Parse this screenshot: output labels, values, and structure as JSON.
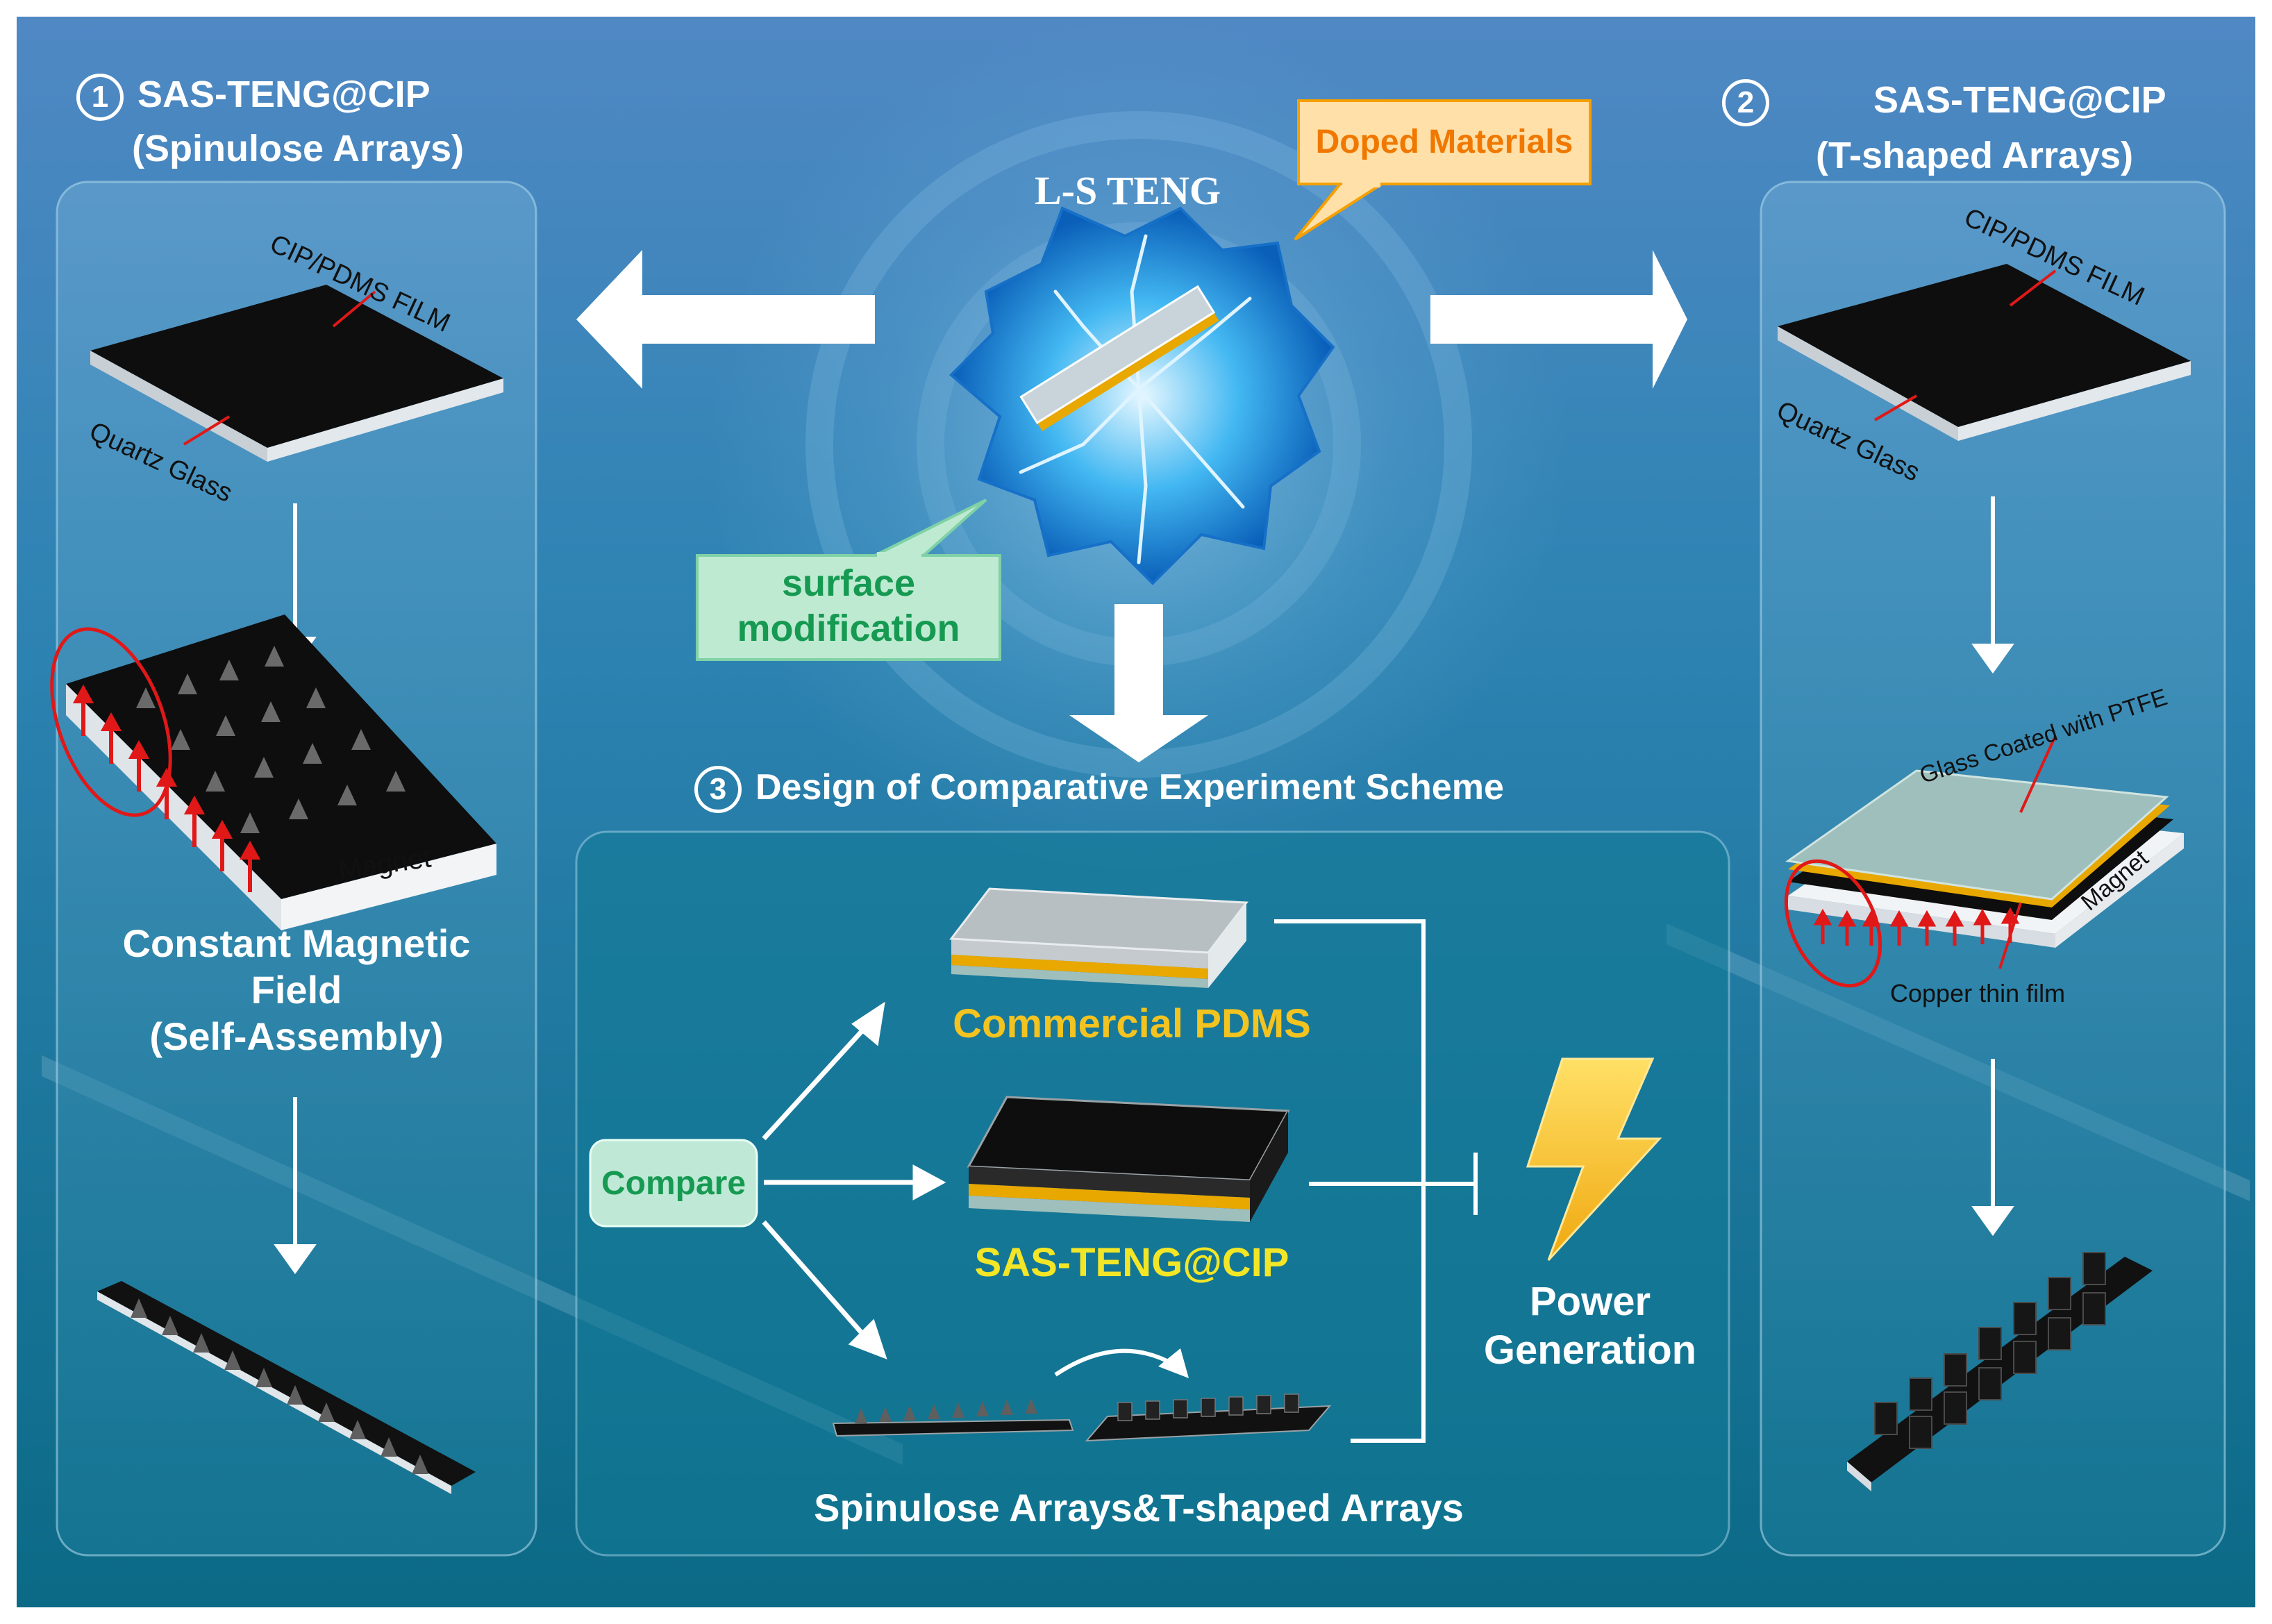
{
  "panel_left": {
    "number": "1",
    "title": "SAS-TENG@CIP",
    "subtitle": "(Spinulose Arrays)",
    "film_label": "CIP/PDMS FILM",
    "glass_label": "Quartz Glass",
    "magnet_label": "Magnet",
    "field_line1": "Constant Magnetic",
    "field_line2": "Field",
    "field_line3": "(Self-Assembly)"
  },
  "panel_right": {
    "number": "2",
    "title": "SAS-TENG@CIP",
    "subtitle": "(T-shaped Arrays)",
    "film_label": "CIP/PDMS FILM",
    "glass_label": "Quartz Glass",
    "ptfe_label": "Glass Coated with PTFE",
    "magnet_label": "Magnet",
    "copper_label": "Copper thin film"
  },
  "center": {
    "device_label": "L-S TENG",
    "doped_label": "Doped Materials",
    "surface_line1": "surface",
    "surface_line2": "modification"
  },
  "scheme": {
    "number": "3",
    "title": "Design of Comparative Experiment Scheme",
    "compare_label": "Compare",
    "commercial_label": "Commercial PDMS",
    "sas_label": "SAS-TENG@CIP",
    "arrays_label": "Spinulose Arrays&T-shaped Arrays",
    "power_line1": "Power",
    "power_line2": "Generation"
  },
  "colors": {
    "bg_top": "#4f86c6",
    "bg_bottom": "#0d6f8c",
    "yellow_label": "#f3c320",
    "green_label": "#169a52",
    "callout_orange": "#f5a000",
    "arrow_red": "#e01818"
  }
}
